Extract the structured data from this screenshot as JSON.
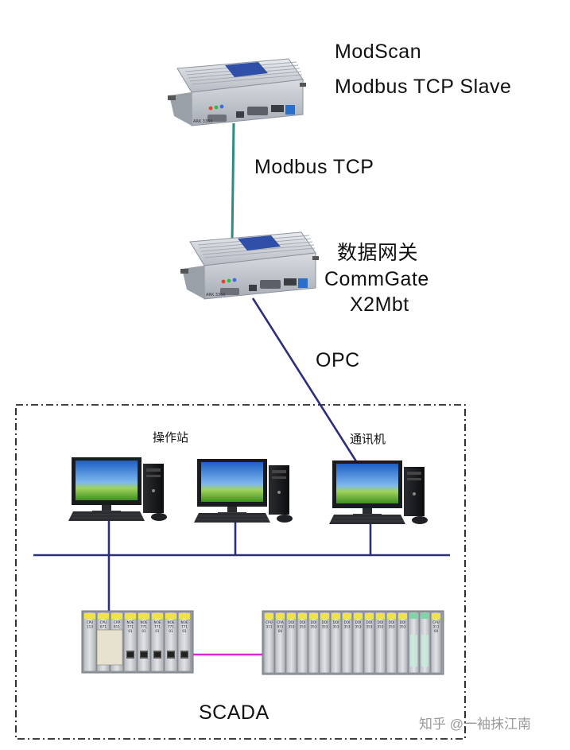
{
  "labels": {
    "modscan_line1": "ModScan",
    "modscan_line2": "Modbus  TCP  Slave",
    "link_modbus": "Modbus  TCP",
    "gateway_line1": "数据网关",
    "gateway_line2": "CommGate",
    "gateway_line3": "X2Mbt",
    "link_opc": "OPC",
    "operator_station": "操作站",
    "comm_machine": "通讯机",
    "scada": "SCADA",
    "watermark": "知乎 @一袖抹江南"
  },
  "device_text": {
    "top_device_model": "ARK 3360",
    "gateway_device_model": "ARK 3360"
  },
  "plc_left_modules": [
    "CPU 113",
    "CPU 671 60",
    "CRP 811 00",
    "NOE 771 01",
    "NOE 771 01",
    "NOE 771 01",
    "NOE 771 01",
    "NOE 771 01"
  ],
  "plc_right_modules": [
    "CPU 311",
    "CRA 931 00",
    "DDI 353",
    "DDI 353",
    "DDI 353",
    "DDI 353",
    "DDI 353",
    "DDI 353",
    "DDI 353",
    "DDI 353",
    "DDI 353",
    "DDI 353",
    "DDI 353",
    "",
    "",
    "CPU 311 00"
  ],
  "colors": {
    "modbus_link": "#2e8b7f",
    "network_link": "#2b2f7e",
    "plc_link": "#d62ad0",
    "boundary": "#000000",
    "device_body": "#c9cdd4",
    "screen": "#3b86d6"
  }
}
